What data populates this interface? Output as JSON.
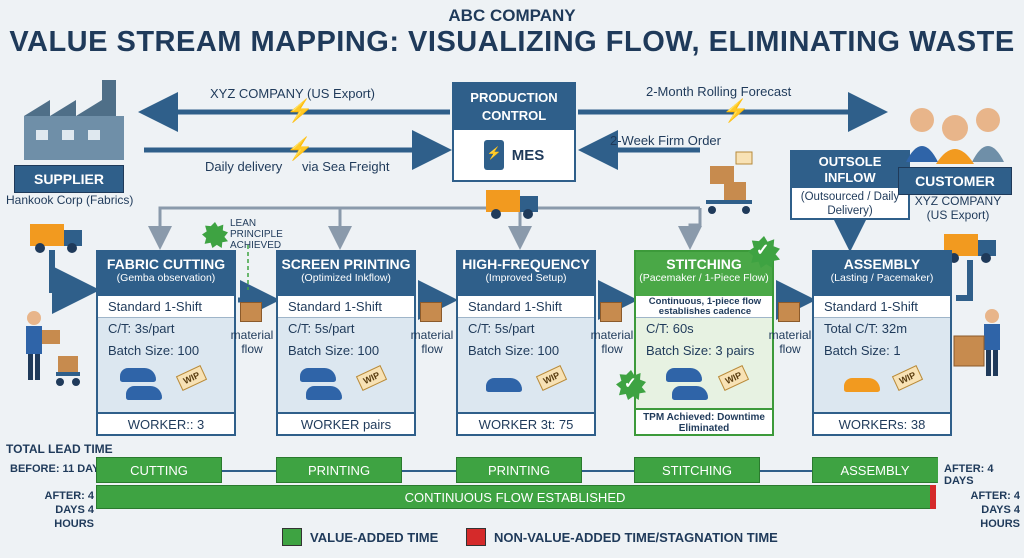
{
  "header": {
    "company": "ABC COMPANY",
    "title": "VALUE STREAM MAPPING: VISUALIZING FLOW, ELIMINATING WASTE"
  },
  "supplier": {
    "label": "SUPPLIER",
    "name": "Hankook Corp (Fabrics)"
  },
  "customer": {
    "label": "CUSTOMER",
    "name": "XYZ COMPANY (US Export)"
  },
  "production_control": {
    "title": "PRODUCTION CONTROL",
    "system": "MES"
  },
  "info_flows": {
    "to_supplier": "XYZ COMPANY (US Export)",
    "daily_delivery": "Daily delivery",
    "sea_freight": "via Sea Freight",
    "forecast": "2-Month Rolling Forecast",
    "firm_order": "2-Week Firm Order"
  },
  "outsole": {
    "title": "OUTSOLE INFLOW",
    "sub": "(Outsourced / Daily Delivery)"
  },
  "lean_principle": "LEAN PRINCIPLE ACHIEVED",
  "material_flow": "material flow",
  "wip_tag": "WIP",
  "processes": [
    {
      "title": "FABRIC CUTTING",
      "sub": "(Gemba observation)",
      "shift": "Standard 1-Shift",
      "ct": "C/T: 3s/part",
      "batch": "Batch Size: 100",
      "worker": "WORKER:: 3"
    },
    {
      "title": "SCREEN PRINTING",
      "sub": "(Optimized Inkflow)",
      "shift": "Standard 1-Shift",
      "ct": "C/T: 5s/part",
      "batch": "Batch Size: 100",
      "worker": "WORKER pairs"
    },
    {
      "title": "HIGH-FREQUENCY",
      "sub": "(Improved Setup)",
      "shift": "Standard 1-Shift",
      "ct": "C/T: 5s/part",
      "batch": "Batch Size: 100",
      "worker": "WORKER 3t: 75"
    },
    {
      "title": "STITCHING",
      "sub": "(Pacemaker / 1-Piece Flow)",
      "shift": "Continuous, 1-piece flow establishes cadence",
      "ct": "C/T: 60s",
      "batch": "Batch Size: 3 pairs",
      "worker": "TPM Achieved: Downtime Eliminated"
    },
    {
      "title": "ASSEMBLY",
      "sub": "(Lasting / Pacemaker)",
      "shift": "Standard 1-Shift",
      "ct": "Total C/T: 32m",
      "batch": "Batch Size: 1",
      "worker": "WORKERs: 38"
    }
  ],
  "timeline": {
    "title": "TOTAL LEAD TIME",
    "before_label": "BEFORE: 11 DAYS",
    "after_label_left": "AFTER: 4 DAYS 4 HOURS",
    "after_label_right_top": "AFTER: 4 DAYS",
    "after_label_right_bottom": "AFTER: 4 DAYS 4 HOURS",
    "segments": [
      "CUTTING",
      "PRINTING",
      "PRINTING",
      "STITCHING",
      "ASSEMBLY"
    ],
    "continuous": "CONTINUOUS FLOW ESTABLISHED"
  },
  "legend": {
    "value_added": "VALUE-ADDED TIME",
    "non_value_added": "NON-VALUE-ADDED TIME/STAGNATION TIME",
    "value_added_color": "#3ea342",
    "non_value_added_color": "#d52a2a"
  }
}
